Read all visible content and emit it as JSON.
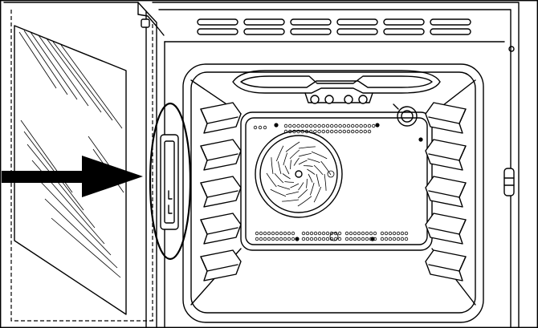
{
  "diagram": {
    "subject": "oven-interior-open-door",
    "highlight": "door-hinge-slot",
    "colors": {
      "line": "#000000",
      "background": "#ffffff"
    },
    "components": {
      "door": {
        "icon": "oven-door-glass"
      },
      "cavity": {
        "icon": "oven-cavity"
      },
      "vent": {
        "icon": "top-vent-slots"
      },
      "grill": {
        "icon": "grill-heating-element"
      },
      "lamp": {
        "icon": "oven-lamp"
      },
      "fan": {
        "icon": "convection-fan"
      },
      "left_rails": {
        "icon": "shelf-rail-left",
        "count": 5
      },
      "right_rails": {
        "icon": "shelf-rail-right",
        "count": 5
      },
      "pointer": {
        "icon": "arrow-right-icon"
      },
      "callout": {
        "icon": "callout-ellipse"
      }
    }
  }
}
